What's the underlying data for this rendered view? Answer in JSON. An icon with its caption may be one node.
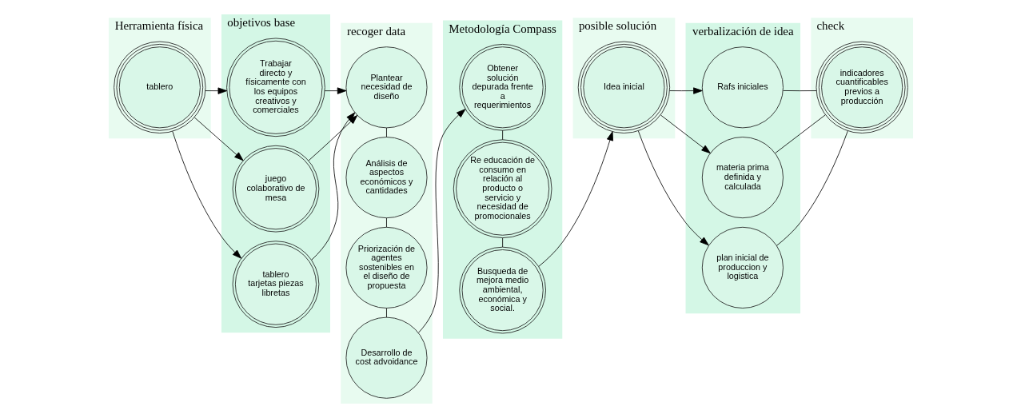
{
  "diagram": {
    "nodes": [
      {
        "text": [
          "Herramienta física"
        ]
      },
      {
        "text": [
          "tablero"
        ],
        "in": 0
      },
      {
        "text": [
          "objetivos base"
        ]
      },
      {
        "text": [
          "Trabajar directo y físicamente con los equipos creativos y comerciales"
        ],
        "in": 2
      },
      {
        "text": [
          "juego colaborativo de mesa"
        ],
        "in": 2
      },
      {
        "text": [
          "tablero tarjetas piezas libretas"
        ],
        "in": 2
      },
      {
        "text": [
          "recoger data"
        ]
      },
      {
        "text": [
          "Plantear necesidad de diseño"
        ],
        "in": 6
      },
      {
        "text": [
          "Análisis de aspectos económicos y cantidades"
        ],
        "in": 6
      },
      {
        "text": [
          "Priorización de agentes sostenibles en el diseño de propuesta"
        ],
        "in": 6
      },
      {
        "text": [
          "Desarrollo de cost advoidance"
        ],
        "in": 6
      },
      {
        "text": [
          "Metodología Compass"
        ]
      },
      {
        "text": [
          "Obtener solución depurada frente a requerimientos"
        ],
        "in": 11
      },
      {
        "text": [
          "Re educación de consumo en relación al producto o servicio y necesidad de promocionales"
        ],
        "in": 11
      },
      {
        "text": [
          "Busqueda de mejora medio ambiental, económica y social."
        ],
        "in": 11
      },
      {
        "text": [
          "posible solución"
        ]
      },
      {
        "text": [
          "Idea inicial"
        ],
        "in": 15
      },
      {
        "text": [
          "verbalización de idea"
        ]
      },
      {
        "text": [
          "Rafs iniciales"
        ],
        "in": 17
      },
      {
        "text": [
          "materia prima definida y calculada"
        ],
        "in": 17
      },
      {
        "text": [
          "plan inicial de produccion y logistica"
        ],
        "in": 17
      },
      {
        "text": [
          "check"
        ]
      },
      {
        "text": [
          "indicadores cuantificables previos a producción"
        ],
        "in": 21
      }
    ],
    "edges": [
      {
        "from": 1,
        "to": 3,
        "arrow": "to"
      },
      {
        "from": 1,
        "to": 4,
        "arrow": "to"
      },
      {
        "from": 1,
        "to": 5,
        "arrow": "to"
      },
      {
        "from": 3,
        "to": 7,
        "arrow": "to"
      },
      {
        "from": 4,
        "to": 7,
        "arrow": "to"
      },
      {
        "from": 5,
        "to": 7,
        "arrow": "to"
      },
      {
        "from": 7,
        "to": 8,
        "arrow": "none"
      },
      {
        "from": 8,
        "to": 9,
        "arrow": "none"
      },
      {
        "from": 9,
        "to": 10,
        "arrow": "none"
      },
      {
        "from": 10,
        "to": 12,
        "arrow": "to"
      },
      {
        "from": 12,
        "to": 13,
        "arrow": "none"
      },
      {
        "from": 13,
        "to": 14,
        "arrow": "none"
      },
      {
        "from": 14,
        "to": 16,
        "arrow": "to"
      },
      {
        "from": 16,
        "to": 18,
        "arrow": "to"
      },
      {
        "from": 16,
        "to": 19,
        "arrow": "to"
      },
      {
        "from": 16,
        "to": 20,
        "arrow": "to"
      },
      {
        "from": 18,
        "to": 22,
        "arrow": "none"
      },
      {
        "from": 19,
        "to": 22,
        "arrow": "none"
      },
      {
        "from": 20,
        "to": 22,
        "arrow": "none"
      }
    ]
  }
}
